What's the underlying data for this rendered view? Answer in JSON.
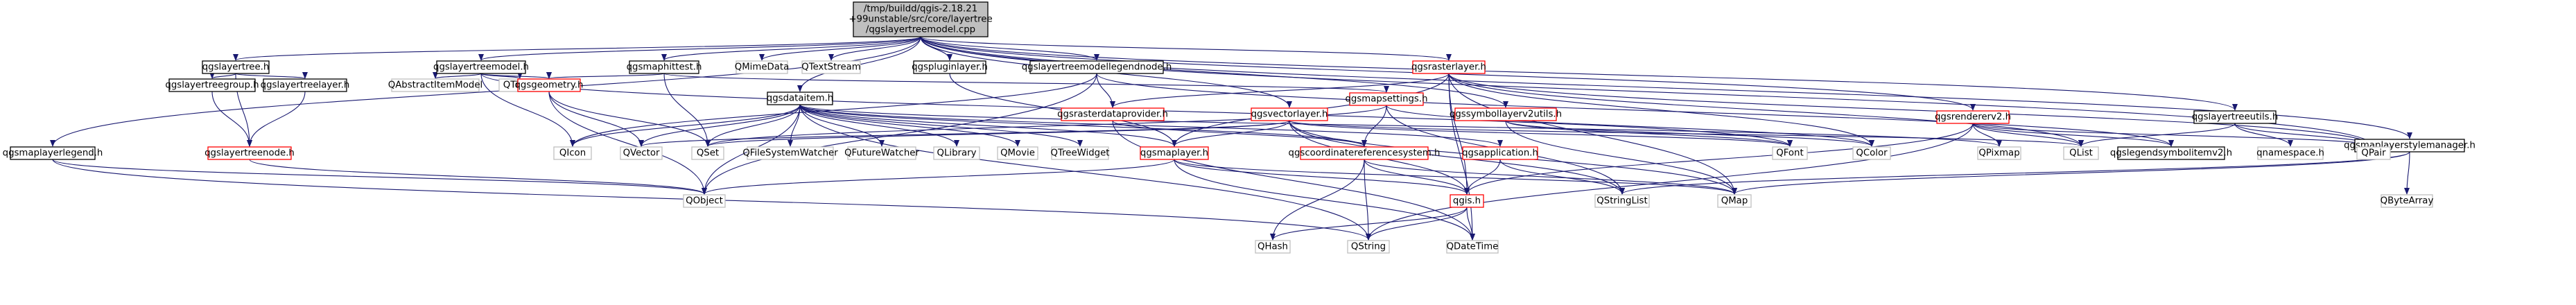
{
  "colors": {
    "root_fill": "#bfbfbf",
    "node_fill": "#ffffff",
    "node_border": "#000000",
    "truncated_border": "#ff0000",
    "system_border": "#bfbfbf",
    "edge": "#191970",
    "text": "#000000"
  },
  "nodes": [
    {
      "id": "root",
      "lines": [
        "/tmp/buildd/qgis-2.18.21",
        "+99unstable/src/core/layertree",
        "/qgslayertreemodel.cpp"
      ],
      "kind": "root"
    },
    {
      "id": "qgslayertree_h",
      "lines": [
        "qgslayertree.h"
      ],
      "kind": "normal"
    },
    {
      "id": "qgslayertreemodel_h",
      "lines": [
        "qgslayertreemodel.h"
      ],
      "kind": "normal"
    },
    {
      "id": "qgsmaphittest_h",
      "lines": [
        "qgsmaphittest.h"
      ],
      "kind": "normal"
    },
    {
      "id": "QMimeData",
      "lines": [
        "QMimeData"
      ],
      "kind": "system"
    },
    {
      "id": "QTextStream",
      "lines": [
        "QTextStream"
      ],
      "kind": "system"
    },
    {
      "id": "qgspluginlayer_h",
      "lines": [
        "qgspluginlayer.h"
      ],
      "kind": "normal"
    },
    {
      "id": "qgslayertreemodellegendnode_h",
      "lines": [
        "qgslayertreemodellegendnode.h"
      ],
      "kind": "normal"
    },
    {
      "id": "qgsrasterlayer_h",
      "lines": [
        "qgsrasterlayer.h"
      ],
      "kind": "truncated"
    },
    {
      "id": "qgslayertreegroup_h",
      "lines": [
        "qgslayertreegroup.h"
      ],
      "kind": "normal"
    },
    {
      "id": "qgslayertreelayer_h",
      "lines": [
        "qgslayertreelayer.h"
      ],
      "kind": "normal"
    },
    {
      "id": "QAbstractItemModel",
      "lines": [
        "QAbstractItemModel"
      ],
      "kind": "system"
    },
    {
      "id": "QTimer",
      "lines": [
        "QTimer"
      ],
      "kind": "system"
    },
    {
      "id": "qgsgeometry_h",
      "lines": [
        "qgsgeometry.h"
      ],
      "kind": "truncated"
    },
    {
      "id": "qgsdataitem_h",
      "lines": [
        "qgsdataitem.h"
      ],
      "kind": "normal"
    },
    {
      "id": "qgsmapsettings_h",
      "lines": [
        "qgsmapsettings.h"
      ],
      "kind": "truncated"
    },
    {
      "id": "qgsrasterdataprovider_h",
      "lines": [
        "qgsrasterdataprovider.h"
      ],
      "kind": "truncated"
    },
    {
      "id": "qgsvectorlayer_h",
      "lines": [
        "qgsvectorlayer.h"
      ],
      "kind": "truncated"
    },
    {
      "id": "qgssymbollayerv2utils_h",
      "lines": [
        "qgssymbollayerv2utils.h"
      ],
      "kind": "truncated"
    },
    {
      "id": "qgsrendererv2_h",
      "lines": [
        "qgsrendererv2.h"
      ],
      "kind": "truncated"
    },
    {
      "id": "qgslayertreeutils_h",
      "lines": [
        "qgslayertreeutils.h"
      ],
      "kind": "normal"
    },
    {
      "id": "qgsmaplayerstylemanager_h",
      "lines": [
        "qgsmaplayerstylemanager.h"
      ],
      "kind": "normal"
    },
    {
      "id": "qgsmaplayerlegend_h",
      "lines": [
        "qgsmaplayerlegend.h"
      ],
      "kind": "normal"
    },
    {
      "id": "qgslayertreenode_h",
      "lines": [
        "qgslayertreenode.h"
      ],
      "kind": "truncated"
    },
    {
      "id": "QIcon",
      "lines": [
        "QIcon"
      ],
      "kind": "system"
    },
    {
      "id": "QVector",
      "lines": [
        "QVector"
      ],
      "kind": "system"
    },
    {
      "id": "QSet",
      "lines": [
        "QSet"
      ],
      "kind": "system"
    },
    {
      "id": "QFileSystemWatcher",
      "lines": [
        "QFileSystemWatcher"
      ],
      "kind": "system"
    },
    {
      "id": "QFutureWatcher",
      "lines": [
        "QFutureWatcher"
      ],
      "kind": "system"
    },
    {
      "id": "QLibrary",
      "lines": [
        "QLibrary"
      ],
      "kind": "system"
    },
    {
      "id": "QMovie",
      "lines": [
        "QMovie"
      ],
      "kind": "system"
    },
    {
      "id": "QTreeWidget",
      "lines": [
        "QTreeWidget"
      ],
      "kind": "system"
    },
    {
      "id": "qgsmaplayer_h",
      "lines": [
        "qgsmaplayer.h"
      ],
      "kind": "truncated"
    },
    {
      "id": "qgscoordinatereferencesystem_h",
      "lines": [
        "qgscoordinatereferencesystem.h"
      ],
      "kind": "truncated"
    },
    {
      "id": "qgsapplication_h",
      "lines": [
        "qgsapplication.h"
      ],
      "kind": "truncated"
    },
    {
      "id": "QFont",
      "lines": [
        "QFont"
      ],
      "kind": "system"
    },
    {
      "id": "QColor",
      "lines": [
        "QColor"
      ],
      "kind": "system"
    },
    {
      "id": "QPixmap",
      "lines": [
        "QPixmap"
      ],
      "kind": "system"
    },
    {
      "id": "QList",
      "lines": [
        "QList"
      ],
      "kind": "system"
    },
    {
      "id": "qgslegendsymbolitemv2_h",
      "lines": [
        "qgslegendsymbolitemv2.h"
      ],
      "kind": "normal"
    },
    {
      "id": "qnamespace_h",
      "lines": [
        "qnamespace.h"
      ],
      "kind": "system"
    },
    {
      "id": "QPair",
      "lines": [
        "QPair"
      ],
      "kind": "system"
    },
    {
      "id": "QObject",
      "lines": [
        "QObject"
      ],
      "kind": "system"
    },
    {
      "id": "qgis_h",
      "lines": [
        "qgis.h"
      ],
      "kind": "truncated"
    },
    {
      "id": "QStringList",
      "lines": [
        "QStringList"
      ],
      "kind": "system"
    },
    {
      "id": "QMap",
      "lines": [
        "QMap"
      ],
      "kind": "system"
    },
    {
      "id": "QByteArray",
      "lines": [
        "QByteArray"
      ],
      "kind": "system"
    },
    {
      "id": "QHash",
      "lines": [
        "QHash"
      ],
      "kind": "system"
    },
    {
      "id": "QString",
      "lines": [
        "QString"
      ],
      "kind": "system"
    },
    {
      "id": "QDateTime",
      "lines": [
        "QDateTime"
      ],
      "kind": "system"
    }
  ],
  "edges": [
    [
      "root",
      "qgslayertree_h"
    ],
    [
      "root",
      "qgslayertreemodel_h"
    ],
    [
      "root",
      "qgsmaphittest_h"
    ],
    [
      "root",
      "QMimeData"
    ],
    [
      "root",
      "QTextStream"
    ],
    [
      "root",
      "qgspluginlayer_h"
    ],
    [
      "root",
      "qgslayertreemodellegendnode_h"
    ],
    [
      "root",
      "qgsrasterlayer_h"
    ],
    [
      "root",
      "qgsdataitem_h"
    ],
    [
      "root",
      "qgsvectorlayer_h"
    ],
    [
      "root",
      "qgslayertreeutils_h"
    ],
    [
      "root",
      "qgsmaplayerstylemanager_h"
    ],
    [
      "root",
      "qgsmaplayerlegend_h"
    ],
    [
      "root",
      "qgsrendererv2_h"
    ],
    [
      "root",
      "qgssymbollayerv2utils_h"
    ],
    [
      "root",
      "QPair"
    ],
    [
      "qgslayertree_h",
      "qgslayertreegroup_h"
    ],
    [
      "qgslayertree_h",
      "qgslayertreelayer_h"
    ],
    [
      "qgslayertree_h",
      "qgslayertreenode_h"
    ],
    [
      "qgslayertreegroup_h",
      "qgslayertreenode_h"
    ],
    [
      "qgslayertreelayer_h",
      "qgslayertreenode_h"
    ],
    [
      "qgslayertreemodel_h",
      "QAbstractItemModel"
    ],
    [
      "qgslayertreemodel_h",
      "QTimer"
    ],
    [
      "qgslayertreemodel_h",
      "qgsgeometry_h"
    ],
    [
      "qgslayertreemodel_h",
      "QIcon"
    ],
    [
      "qgslayertreemodel_h",
      "QFont"
    ],
    [
      "qgsmaphittest_h",
      "qgsgeometry_h"
    ],
    [
      "qgsmaphittest_h",
      "qgsmapsettings_h"
    ],
    [
      "qgsmaphittest_h",
      "QSet"
    ],
    [
      "qgsgeometry_h",
      "QSet"
    ],
    [
      "qgsgeometry_h",
      "QVector"
    ],
    [
      "qgsgeometry_h",
      "QObject"
    ],
    [
      "qgspluginlayer_h",
      "qgsmaplayer_h"
    ],
    [
      "qgslayertreemodellegendnode_h",
      "qgsrasterdataprovider_h"
    ],
    [
      "qgslayertreemodellegendnode_h",
      "QIcon"
    ],
    [
      "qgslayertreemodellegendnode_h",
      "qgslegendsymbolitemv2_h"
    ],
    [
      "qgslayertreemodellegendnode_h",
      "QObject"
    ],
    [
      "qgsrasterlayer_h",
      "qgsrasterdataprovider_h"
    ],
    [
      "qgsrasterlayer_h",
      "qgsmaplayer_h"
    ],
    [
      "qgsrasterlayer_h",
      "QColor"
    ],
    [
      "qgsrasterlayer_h",
      "QList"
    ],
    [
      "qgsrasterlayer_h",
      "QMap"
    ],
    [
      "qgsrasterlayer_h",
      "qgis_h"
    ],
    [
      "qgsrasterlayer_h",
      "QDateTime"
    ],
    [
      "qgsrasterlayer_h",
      "QPair"
    ],
    [
      "qgsrasterdataprovider_h",
      "qgscoordinatereferencesystem_h"
    ],
    [
      "qgsrasterdataprovider_h",
      "QDateTime"
    ],
    [
      "qgsdataitem_h",
      "QIcon"
    ],
    [
      "qgsdataitem_h",
      "QVector"
    ],
    [
      "qgsdataitem_h",
      "QSet"
    ],
    [
      "qgsdataitem_h",
      "QFileSystemWatcher"
    ],
    [
      "qgsdataitem_h",
      "QFutureWatcher"
    ],
    [
      "qgsdataitem_h",
      "QLibrary"
    ],
    [
      "qgsdataitem_h",
      "QMovie"
    ],
    [
      "qgsdataitem_h",
      "QTreeWidget"
    ],
    [
      "qgsdataitem_h",
      "qgsmaplayer_h"
    ],
    [
      "qgsdataitem_h",
      "qgscoordinatereferencesystem_h"
    ],
    [
      "qgsdataitem_h",
      "qgsapplication_h"
    ],
    [
      "qgsdataitem_h",
      "QObject"
    ],
    [
      "qgsdataitem_h",
      "QPixmap"
    ],
    [
      "qgsdataitem_h",
      "QString"
    ],
    [
      "qgsvectorlayer_h",
      "qgsmaplayer_h"
    ],
    [
      "qgsvectorlayer_h",
      "QSet"
    ],
    [
      "qgsvectorlayer_h",
      "QList"
    ],
    [
      "qgsvectorlayer_h",
      "QMap"
    ],
    [
      "qgsvectorlayer_h",
      "qgis_h"
    ],
    [
      "qgsvectorlayer_h",
      "QStringList"
    ],
    [
      "qgsvectorlayer_h",
      "QFont"
    ],
    [
      "qgsvectorlayer_h",
      "QVector"
    ],
    [
      "qgssymbollayerv2utils_h",
      "QColor"
    ],
    [
      "qgssymbollayerv2utils_h",
      "QMap"
    ],
    [
      "qgssymbollayerv2utils_h",
      "QFont"
    ],
    [
      "qgsmapsettings_h",
      "qgscoordinatereferencesystem_h"
    ],
    [
      "qgsmapsettings_h",
      "QColor"
    ],
    [
      "qgsmapsettings_h",
      "QSet"
    ],
    [
      "qgsmapsettings_h",
      "QStringList"
    ],
    [
      "qgsrendererv2_h",
      "qgis_h"
    ],
    [
      "qgsrendererv2_h",
      "QList"
    ],
    [
      "qgsrendererv2_h",
      "qgslegendsymbolitemv2_h"
    ],
    [
      "qgsrendererv2_h",
      "QPixmap"
    ],
    [
      "qgsrendererv2_h",
      "QPair"
    ],
    [
      "qgsrendererv2_h",
      "QString"
    ],
    [
      "qgslayertreeutils_h",
      "qnamespace_h"
    ],
    [
      "qgslayertreeutils_h",
      "QList"
    ],
    [
      "qgslayertreeutils_h",
      "QPair"
    ],
    [
      "qgsmaplayerstylemanager_h",
      "QByteArray"
    ],
    [
      "qgsmaplayerstylemanager_h",
      "QMap"
    ],
    [
      "qgsmaplayerstylemanager_h",
      "QStringList"
    ],
    [
      "qgsmaplayerlegend_h",
      "QObject"
    ],
    [
      "qgsmaplayerlegend_h",
      "QString"
    ],
    [
      "qgslayertreenode_h",
      "QObject"
    ],
    [
      "qgsmaplayer_h",
      "QObject"
    ],
    [
      "qgsmaplayer_h",
      "qgis_h"
    ],
    [
      "qgsmaplayer_h",
      "QDateTime"
    ],
    [
      "qgsmaplayer_h",
      "QMap"
    ],
    [
      "qgscoordinatereferencesystem_h",
      "qgis_h"
    ],
    [
      "qgscoordinatereferencesystem_h",
      "QHash"
    ],
    [
      "qgscoordinatereferencesystem_h",
      "QString"
    ],
    [
      "qgscoordinatereferencesystem_h",
      "QMap"
    ],
    [
      "qgsapplication_h",
      "qgis_h"
    ],
    [
      "qgsapplication_h",
      "QStringList"
    ],
    [
      "qgis_h",
      "QHash"
    ],
    [
      "qgis_h",
      "QString"
    ],
    [
      "qgis_h",
      "QDateTime"
    ]
  ]
}
